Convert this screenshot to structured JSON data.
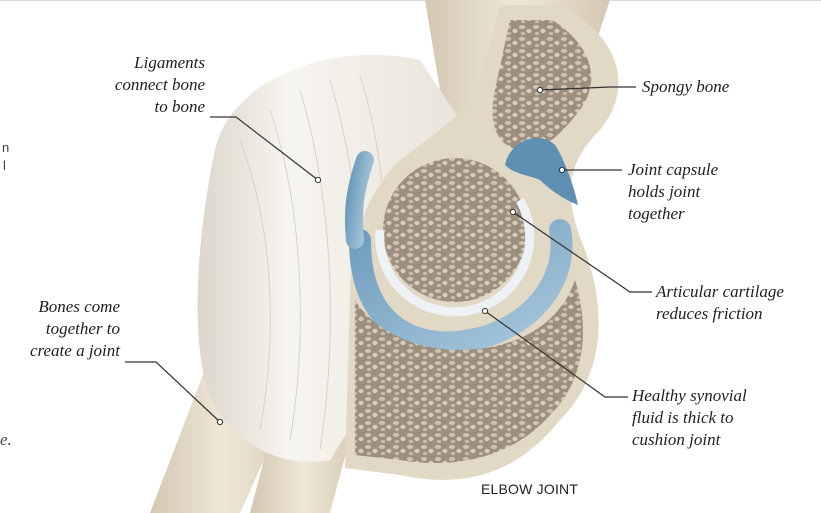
{
  "labels": {
    "ligaments": "Ligaments\nconnect bone\nto bone",
    "spongy_bone": "Spongy bone",
    "joint_capsule": "Joint capsule\nholds joint\ntogether",
    "articular_cartilage": "Articular cartilage\nreduces friction",
    "bones": "Bones come\ntogether to\ncreate a joint",
    "synovial_fluid": "Healthy synovial\nfluid is thick to\ncushion joint"
  },
  "caption": "ELBOW JOINT",
  "edge_fragments": {
    "top": "n",
    "mid": "l",
    "bottom": "e."
  },
  "colors": {
    "bone": "#e6dccb",
    "bone_shadow": "#c9bca7",
    "spongy_bone": "#9c8f7f",
    "cartilage": "#e9eef2",
    "synovial_fluid": "#8eb4cf",
    "ligament": "#f4f1ea",
    "leader_line": "#333333"
  }
}
